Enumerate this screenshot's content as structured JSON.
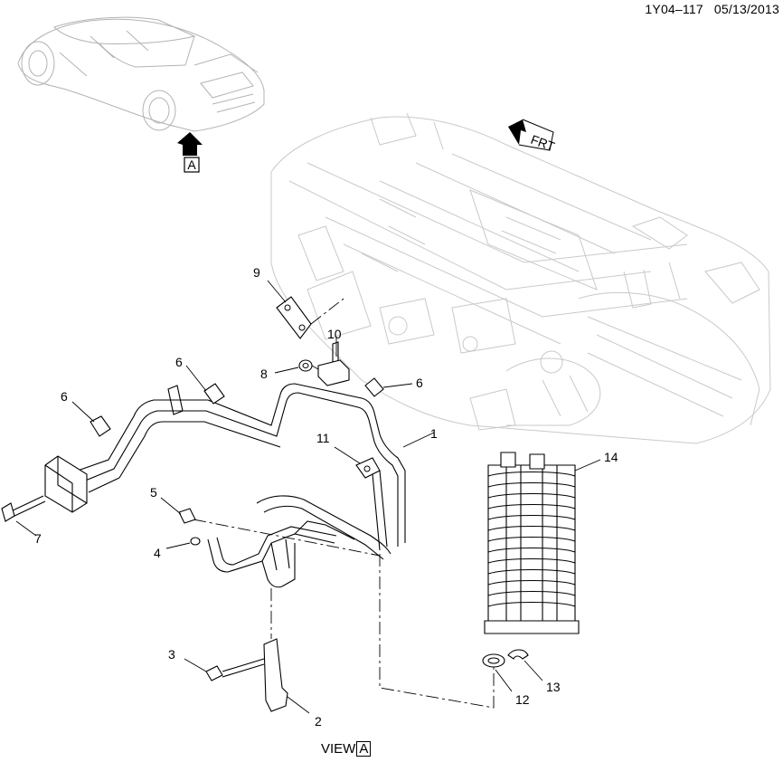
{
  "header": {
    "illustration_id": "1Y04–117",
    "date": "05/13/2013"
  },
  "orientation": {
    "front_arrow_label": "FRT"
  },
  "view": {
    "label": "VIEW",
    "letter": "A"
  },
  "callouts": [
    {
      "number": "1"
    },
    {
      "number": "2"
    },
    {
      "number": "3"
    },
    {
      "number": "4"
    },
    {
      "number": "5"
    },
    {
      "number": "6"
    },
    {
      "number": "6"
    },
    {
      "number": "6"
    },
    {
      "number": "7"
    },
    {
      "number": "8"
    },
    {
      "number": "9"
    },
    {
      "number": "10"
    },
    {
      "number": "11"
    },
    {
      "number": "12"
    },
    {
      "number": "13"
    },
    {
      "number": "14"
    }
  ],
  "colors": {
    "ink": "#000000",
    "ghost_outline": "#c9c9c9",
    "background": "#ffffff"
  }
}
